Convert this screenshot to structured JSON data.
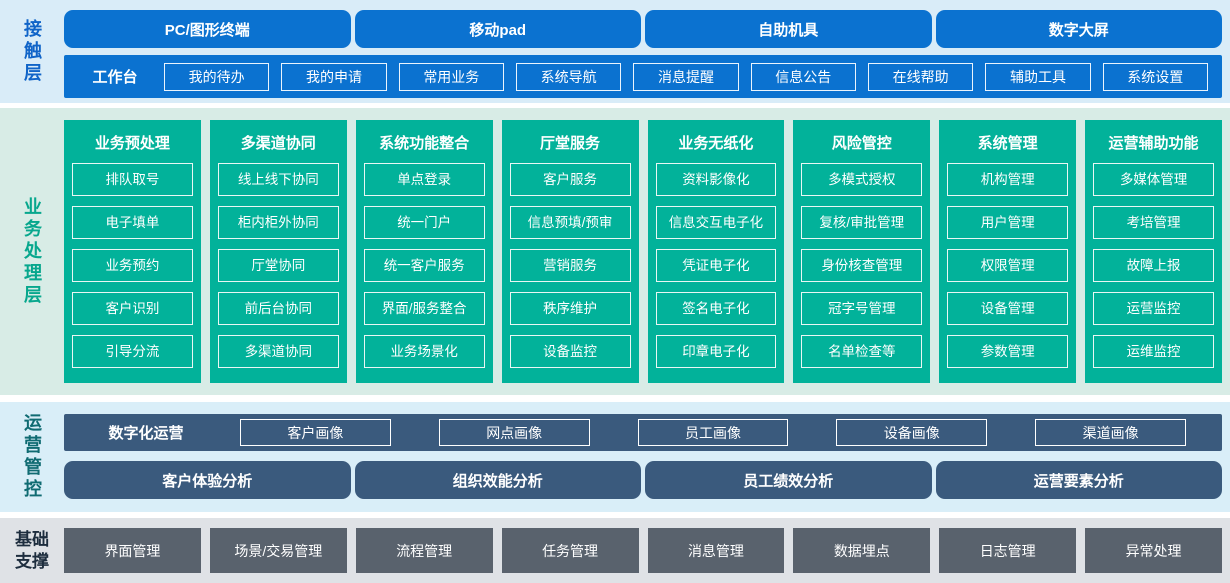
{
  "colors": {
    "primary_blue": "#0b72d0",
    "teal_green": "#02b29a",
    "slate_blue": "#3a5a7d",
    "dark_gray": "#59626d",
    "contact_bg": "#d9ecf8",
    "business_bg": "#d8ece6",
    "ops_bg": "#d9eef8",
    "foundation_bg": "#dfe2e6",
    "contact_label": "#1064c8",
    "business_label": "#07a78d",
    "ops_label": "#0f6b72",
    "foundation_label": "#1d2d3e"
  },
  "contact_layer": {
    "label": "接触层",
    "terminals": [
      "PC/图形终端",
      "移动pad",
      "自助机具",
      "数字大屏"
    ],
    "workbench": {
      "label": "工作台",
      "items": [
        "我的待办",
        "我的申请",
        "常用业务",
        "系统导航",
        "消息提醒",
        "信息公告",
        "在线帮助",
        "辅助工具",
        "系统设置"
      ]
    }
  },
  "business_layer": {
    "label": "业务处理层",
    "columns": [
      {
        "title": "业务预处理",
        "items": [
          "排队取号",
          "电子填单",
          "业务预约",
          "客户识别",
          "引导分流"
        ]
      },
      {
        "title": "多渠道协同",
        "items": [
          "线上线下协同",
          "柜内柜外协同",
          "厅堂协同",
          "前后台协同",
          "多渠道协同"
        ]
      },
      {
        "title": "系统功能整合",
        "items": [
          "单点登录",
          "统一门户",
          "统一客户服务",
          "界面/服务整合",
          "业务场景化"
        ]
      },
      {
        "title": "厅堂服务",
        "items": [
          "客户服务",
          "信息预填/预审",
          "营销服务",
          "秩序维护",
          "设备监控"
        ]
      },
      {
        "title": "业务无纸化",
        "items": [
          "资料影像化",
          "信息交互电子化",
          "凭证电子化",
          "签名电子化",
          "印章电子化"
        ]
      },
      {
        "title": "风险管控",
        "items": [
          "多模式授权",
          "复核/审批管理",
          "身份核查管理",
          "冠字号管理",
          "名单检查等"
        ]
      },
      {
        "title": "系统管理",
        "items": [
          "机构管理",
          "用户管理",
          "权限管理",
          "设备管理",
          "参数管理"
        ]
      },
      {
        "title": "运营辅助功能",
        "items": [
          "多媒体管理",
          "考培管理",
          "故障上报",
          "运营监控",
          "运维监控"
        ]
      }
    ]
  },
  "operations_layer": {
    "label": "运营管控",
    "digital_ops": {
      "label": "数字化运营",
      "items": [
        "客户画像",
        "网点画像",
        "员工画像",
        "设备画像",
        "渠道画像"
      ]
    },
    "analysis": [
      "客户体验分析",
      "组织效能分析",
      "员工绩效分析",
      "运营要素分析"
    ]
  },
  "foundation_layer": {
    "label": "基础支撑",
    "items": [
      "界面管理",
      "场景/交易管理",
      "流程管理",
      "任务管理",
      "消息管理",
      "数据埋点",
      "日志管理",
      "异常处理"
    ]
  }
}
